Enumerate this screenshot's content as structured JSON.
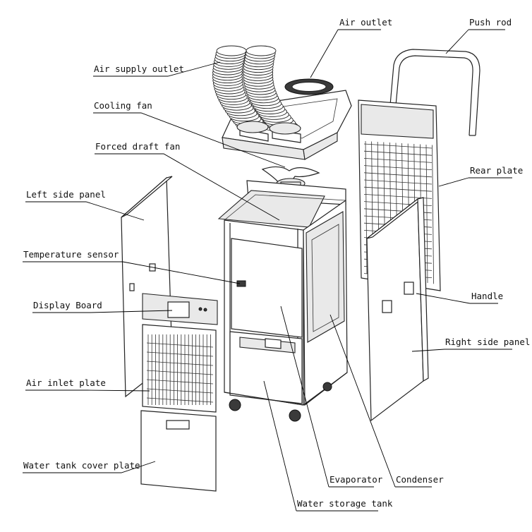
{
  "diagram": {
    "labels": {
      "air_outlet": "Air outlet",
      "push_rod": "Push rod",
      "air_supply_outlet": "Air supply outlet",
      "cooling_fan": "Cooling fan",
      "forced_draft_fan": "Forced draft fan",
      "rear_plate": "Rear plate",
      "left_side_panel": "Left side panel",
      "temperature_sensor": "Temperature sensor",
      "handle": "Handle",
      "display_board": "Display Board",
      "right_side_panel": "Right side panel",
      "air_inlet_plate": "Air inlet plate",
      "water_tank_cover_plate": "Water tank cover plate",
      "evaporator": "Evaporator",
      "condenser": "Condenser",
      "water_storage_tank": "Water storage tank"
    }
  }
}
